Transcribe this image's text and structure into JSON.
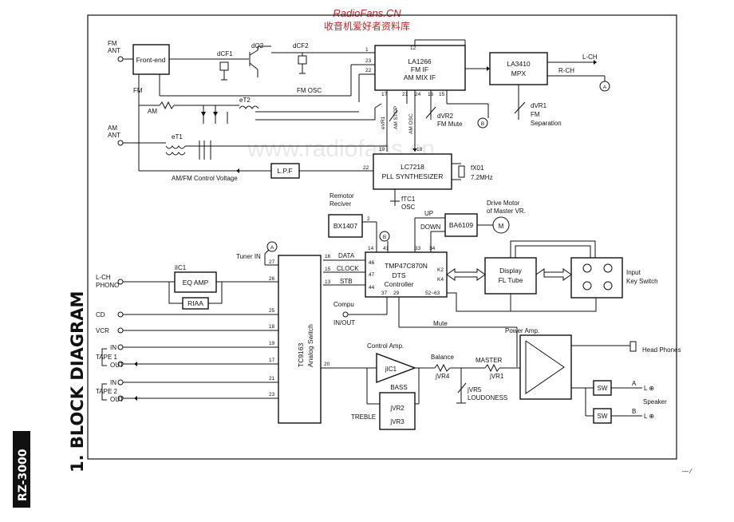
{
  "header": {
    "site": "RadioFans.CN",
    "site_cn": "收音机爱好者资料库",
    "watermark": "www.radiofans.cn"
  },
  "side": {
    "title": "1. BLOCK DIAGRAM",
    "model": "RZ-3000"
  },
  "blocks": {
    "frontend": "Front-end",
    "la1266": [
      "LA1266",
      "FM IF",
      "AM MIX IF"
    ],
    "la3410": [
      "LA3410",
      "MPX"
    ],
    "lc7218": [
      "LC7218",
      "PLL SYNTHESIZER"
    ],
    "lpf": "L.P.F",
    "bx1407": "BX1407",
    "ba6109": "BA6109",
    "tmp": [
      "TMP47C870N",
      "DTS",
      "Controller"
    ],
    "display": [
      "Display",
      "FL Tube"
    ],
    "keyswitch": [
      "Input",
      "Key Switch"
    ],
    "tc9163": [
      "TC9163",
      "Analog Switch"
    ],
    "eqamp": "EQ AMP",
    "riaa": "RIAA",
    "jic1": "jIC1",
    "sw1": "SW",
    "sw2": "SW"
  },
  "labels": {
    "fm_ant": [
      "FM",
      "ANT"
    ],
    "am_ant": [
      "AM",
      "ANT"
    ],
    "fm": "FM",
    "am": "AM",
    "dcf1": "dCF1",
    "dq2": "dQ2",
    "dcf2": "dCF2",
    "fm_osc": "FM OSC",
    "et2": "eT2",
    "et1": "eT1",
    "evr1": "eVR1",
    "am_stop": "AM STOP",
    "am_osc": "AM OSC",
    "dvr2": [
      "dVR2",
      "FM Mute"
    ],
    "dvr1": [
      "dVR1",
      "FM",
      "Separation"
    ],
    "lch": "L-CH",
    "rch": "R-CH",
    "amfm_cv": "AM/FM Control Voltage",
    "fx01": [
      "fX01",
      "7.2MHz"
    ],
    "ftc1": [
      "fTC1",
      "OSC"
    ],
    "remotor": [
      "Remotor",
      "Reciver"
    ],
    "up": "UP",
    "down": "DOWN",
    "drive_motor": [
      "Drive Motor",
      "of Master VR."
    ],
    "motor": "M",
    "tuner_in": "Tuner IN",
    "data": "DATA",
    "clock": "CLOCK",
    "stb": "STB",
    "k2k4": [
      "K2",
      "K4"
    ],
    "iic1": "iIC1",
    "lch_phono": [
      "L-CH",
      "PHONO"
    ],
    "cd": "CD",
    "vcr": "VCR",
    "tape1_in": "IN",
    "tape1": "TAPE 1",
    "tape1_out": "OUT",
    "tape2_in": "IN",
    "tape2": "TAPE 2",
    "tape2_out": "OUT",
    "compu": [
      "Compu",
      "IN/OUT"
    ],
    "mute": "Mute",
    "control_amp": "Control Amp.",
    "balance": "Balance",
    "jvr4": "jVR4",
    "master": "MASTER",
    "jvr1": "jVR1",
    "jvr5": "jVR5",
    "loudoness": "LOUDONESS",
    "bass": "BASS",
    "treble": "TREBLE",
    "jvr2": "jVR2",
    "jvr3": "jVR3",
    "power_amp": "Power Amp.",
    "head_phones": "Head Phones",
    "speaker": "Speaker",
    "out_a": "A",
    "out_b": "B",
    "l_plus_a": "L ⊕",
    "l_plus_b": "L ⊕",
    "circle_a": "A",
    "circle_b": "B",
    "pin_bottom": "— ⁄"
  },
  "pins": {
    "p1": "1",
    "p23": "23",
    "p22": "22",
    "p12": "12",
    "p17": "17",
    "p21": "21",
    "p24": "24",
    "p16": "16",
    "p15": "15",
    "p19": "19",
    "p18": "18",
    "p22b": "22",
    "p2": "2",
    "p41": "41",
    "p14": "14",
    "p33": "33",
    "p34": "34",
    "p46": "46",
    "p47": "47",
    "p44": "44",
    "p37": "37",
    "p29": "29",
    "p52_63": "52~63",
    "p16b": "16",
    "p15b": "15",
    "p13": "13",
    "p27": "27",
    "p26": "26",
    "p25": "25",
    "p18b": "18",
    "p19b": "19",
    "p17b": "17",
    "p21b": "21",
    "p23b": "23",
    "p20": "20"
  }
}
